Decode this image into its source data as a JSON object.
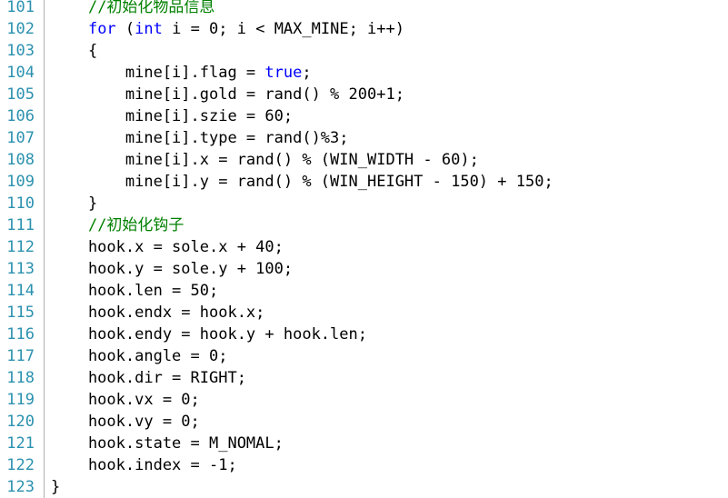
{
  "editor": {
    "colors": {
      "line_number": "#2b91af",
      "keyword": "#0000ff",
      "comment": "#008000",
      "text": "#000000",
      "background": "#ffffff"
    },
    "lines": [
      {
        "num": "101",
        "tokens": [
          {
            "t": "    ",
            "k": "plain"
          },
          {
            "t": "//初始化物品信息",
            "k": "comment"
          }
        ]
      },
      {
        "num": "102",
        "tokens": [
          {
            "t": "    ",
            "k": "plain"
          },
          {
            "t": "for",
            "k": "keyword"
          },
          {
            "t": " (",
            "k": "plain"
          },
          {
            "t": "int",
            "k": "keyword"
          },
          {
            "t": " i = 0; i < MAX_MINE; i++)",
            "k": "plain"
          }
        ]
      },
      {
        "num": "103",
        "tokens": [
          {
            "t": "    {",
            "k": "plain"
          }
        ]
      },
      {
        "num": "104",
        "tokens": [
          {
            "t": "        mine[i].flag = ",
            "k": "plain"
          },
          {
            "t": "true",
            "k": "keyword"
          },
          {
            "t": ";",
            "k": "plain"
          }
        ]
      },
      {
        "num": "105",
        "tokens": [
          {
            "t": "        mine[i].gold = rand() % 200+1;",
            "k": "plain"
          }
        ]
      },
      {
        "num": "106",
        "tokens": [
          {
            "t": "        mine[i].szie = 60;",
            "k": "plain"
          }
        ]
      },
      {
        "num": "107",
        "tokens": [
          {
            "t": "        mine[i].type = rand()%3;",
            "k": "plain"
          }
        ]
      },
      {
        "num": "108",
        "tokens": [
          {
            "t": "        mine[i].x = rand() % (WIN_WIDTH - 60);",
            "k": "plain"
          }
        ]
      },
      {
        "num": "109",
        "tokens": [
          {
            "t": "        mine[i].y = rand() % (WIN_HEIGHT - 150) + 150;",
            "k": "plain"
          }
        ]
      },
      {
        "num": "110",
        "tokens": [
          {
            "t": "    }",
            "k": "plain"
          }
        ]
      },
      {
        "num": "111",
        "tokens": [
          {
            "t": "    ",
            "k": "plain"
          },
          {
            "t": "//初始化钩子",
            "k": "comment"
          }
        ]
      },
      {
        "num": "112",
        "tokens": [
          {
            "t": "    hook.x = sole.x + 40;",
            "k": "plain"
          }
        ]
      },
      {
        "num": "113",
        "tokens": [
          {
            "t": "    hook.y = sole.y + 100;",
            "k": "plain"
          }
        ]
      },
      {
        "num": "114",
        "tokens": [
          {
            "t": "    hook.len = 50;",
            "k": "plain"
          }
        ]
      },
      {
        "num": "115",
        "tokens": [
          {
            "t": "    hook.endx = hook.x;",
            "k": "plain"
          }
        ]
      },
      {
        "num": "116",
        "tokens": [
          {
            "t": "    hook.endy = hook.y + hook.len;",
            "k": "plain"
          }
        ]
      },
      {
        "num": "117",
        "tokens": [
          {
            "t": "    hook.angle = 0;",
            "k": "plain"
          }
        ]
      },
      {
        "num": "118",
        "tokens": [
          {
            "t": "    hook.dir = RIGHT;",
            "k": "plain"
          }
        ]
      },
      {
        "num": "119",
        "tokens": [
          {
            "t": "    hook.vx = 0;",
            "k": "plain"
          }
        ]
      },
      {
        "num": "120",
        "tokens": [
          {
            "t": "    hook.vy = 0;",
            "k": "plain"
          }
        ]
      },
      {
        "num": "121",
        "tokens": [
          {
            "t": "    hook.state = M_NOMAL;",
            "k": "plain"
          }
        ]
      },
      {
        "num": "122",
        "tokens": [
          {
            "t": "    hook.index = -1;",
            "k": "plain"
          }
        ]
      },
      {
        "num": "123",
        "tokens": [
          {
            "t": "}",
            "k": "plain"
          }
        ]
      }
    ]
  }
}
